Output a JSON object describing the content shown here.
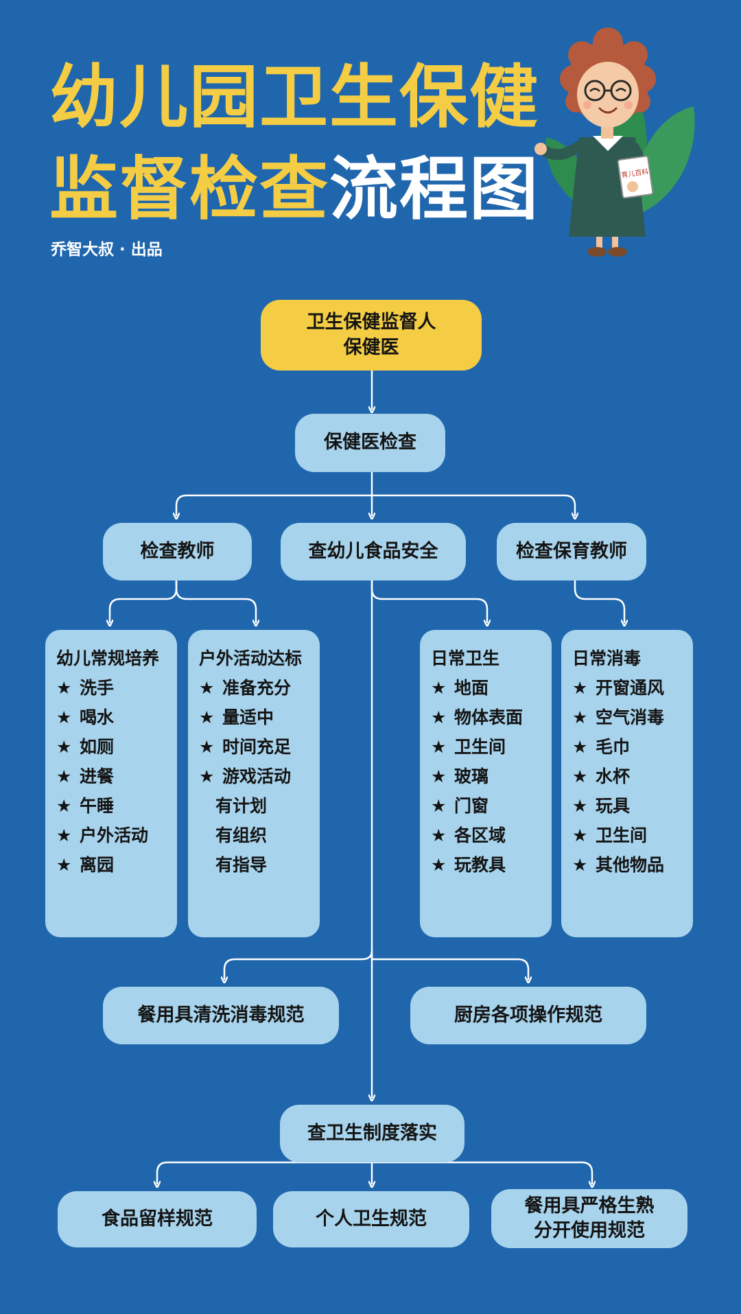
{
  "header": {
    "title_line1": "幼儿园卫生保健",
    "title_line2_part1": "监督检查",
    "title_line2_part2": "流程图",
    "byline": "乔智大叔 · 出品",
    "book_label": "育儿百科"
  },
  "flow": {
    "top": [
      "卫生保健监督人",
      "保健医"
    ],
    "check": "保健医检查",
    "branch_teacher": "检查教师",
    "branch_food": "查幼儿食品安全",
    "branch_care": "检查保育教师",
    "list1": {
      "title": "幼儿常规培养",
      "items": [
        "洗手",
        "喝水",
        "如厕",
        "进餐",
        "午睡",
        "户外活动",
        "离园"
      ]
    },
    "list2": {
      "title": "户外活动达标",
      "items": [
        "准备充分",
        "量适中",
        "时间充足",
        "游戏活动"
      ],
      "sub_items": [
        "有计划",
        "有组织",
        "有指导"
      ]
    },
    "list3": {
      "title": "日常卫生",
      "items": [
        "地面",
        "物体表面",
        "卫生间",
        "玻璃",
        "门窗",
        "各区域",
        "玩教具"
      ]
    },
    "list4": {
      "title": "日常消毒",
      "items": [
        "开窗通风",
        "空气消毒",
        "毛巾",
        "水杯",
        "玩具",
        "卫生间",
        "其他物品"
      ]
    },
    "star": "★",
    "tableware": "餐用具清洗消毒规范",
    "kitchen": "厨房各项操作规范",
    "system": "查卫生制度落实",
    "sample": "食品留样规范",
    "personal": "个人卫生规范",
    "separate": [
      "餐用具严格生熟",
      "分开使用规范"
    ]
  },
  "colors": {
    "background": "#1f66ad",
    "accent_yellow": "#f4cd45",
    "box_blue": "#a7d3ec",
    "connector": "#ffffff"
  }
}
